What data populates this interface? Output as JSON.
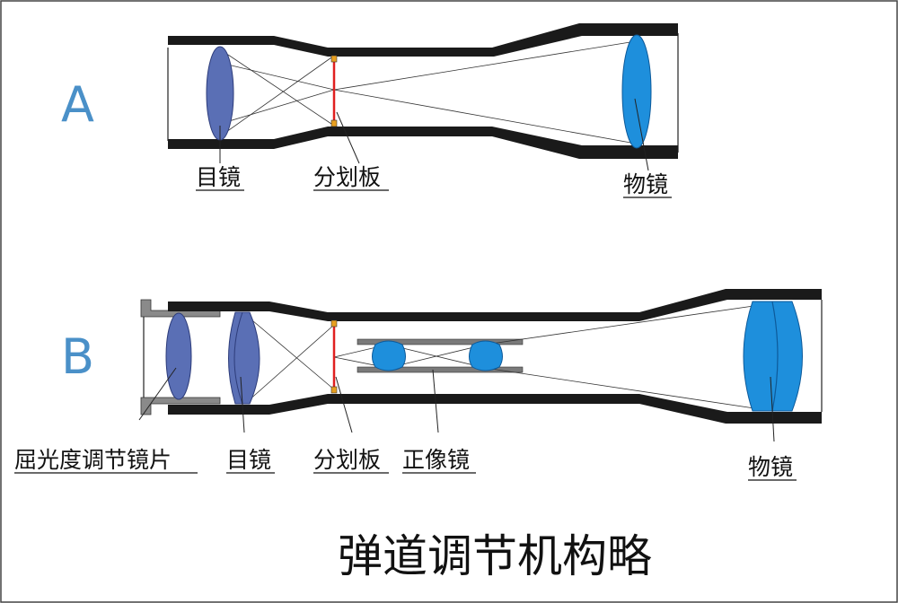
{
  "title": "弹道调节机构略",
  "colors": {
    "frame": "#1a1a1a",
    "lens": "#5a6fb5",
    "objective": "#1e8fdc",
    "reticle": "#e02020",
    "reticle_mount": "#e8a020",
    "section_letter": "#4a90c8",
    "label": "#111111"
  },
  "diagram_a": {
    "letter": "A",
    "labels": {
      "eyepiece": "目镜",
      "reticle": "分划板",
      "objective": "物镜"
    }
  },
  "diagram_b": {
    "letter": "B",
    "labels": {
      "diopter": "屈光度调节镜片",
      "eyepiece": "目镜",
      "reticle": "分划板",
      "erector": "正像镜",
      "objective": "物镜"
    }
  }
}
